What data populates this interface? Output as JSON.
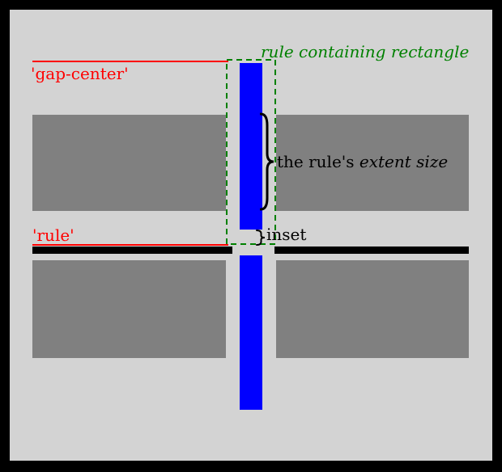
{
  "labels": {
    "rule_containing_rectangle": "rule containing rectangle",
    "gap_center": "'gap-center'",
    "rule": "'rule'",
    "extent_text_regular": "the rule's ",
    "extent_text_italic": "extent size",
    "inset": "inset"
  },
  "colors": {
    "frame_border": "#000000",
    "background": "#d3d3d3",
    "grid_item_gray": "#808080",
    "column_rule_blue": "#0000ff",
    "crossing_row_rule_black": "#000000",
    "annotation_red": "#ff0000",
    "annotation_green": "#008000",
    "text_black": "#000000"
  },
  "icons": {
    "extent_brace": "curly-brace-right",
    "inset_brace": "curly-brace-right"
  }
}
